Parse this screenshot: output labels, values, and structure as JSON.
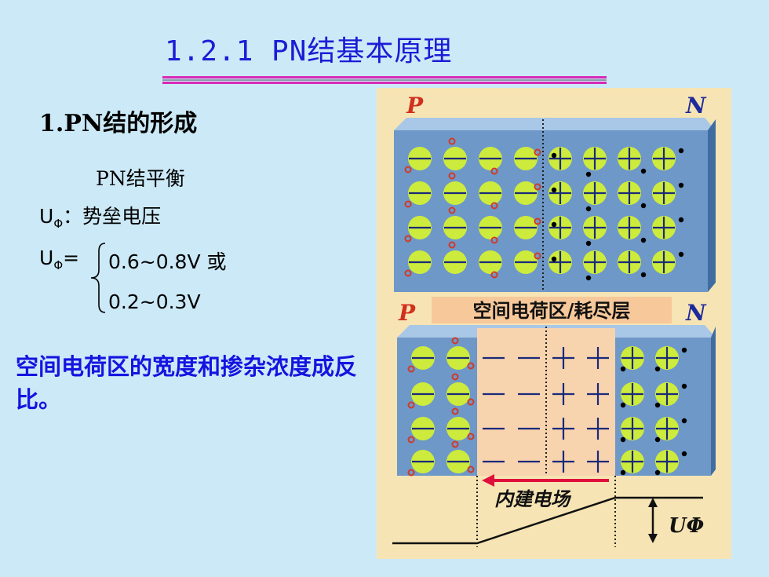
{
  "title": "1.2.1  PN结基本原理",
  "section_heading": "1.PN结的形成",
  "equilibrium_label": "PN结平衡",
  "barrier_line": {
    "symbol": "U",
    "subscript": "Φ",
    "text": "：势垒电压"
  },
  "voltage_line": {
    "symbol": "U",
    "subscript": "Φ",
    "eq": "="
  },
  "voltage_values": [
    "0.6~0.8V 或",
    "0.2~0.3V"
  ],
  "conclusion": "空间电荷区的宽度和掺杂浓度成反比。",
  "figure": {
    "top_labels": {
      "p": "P",
      "n": "N"
    },
    "bottom_labels": {
      "p": "P",
      "n": "N"
    },
    "depletion_label": "空间电荷区/耗尽层",
    "field_label": "内建电场",
    "potential_label": "UΦ",
    "colors": {
      "title": "#1c1cd6",
      "conclusion": "#1414e0",
      "block": "#6e98c8",
      "ion": "#cdeb3c",
      "depletion": "#f7d3ae",
      "hole": "#cf3a28",
      "field_arrow": "#e0103c"
    }
  }
}
